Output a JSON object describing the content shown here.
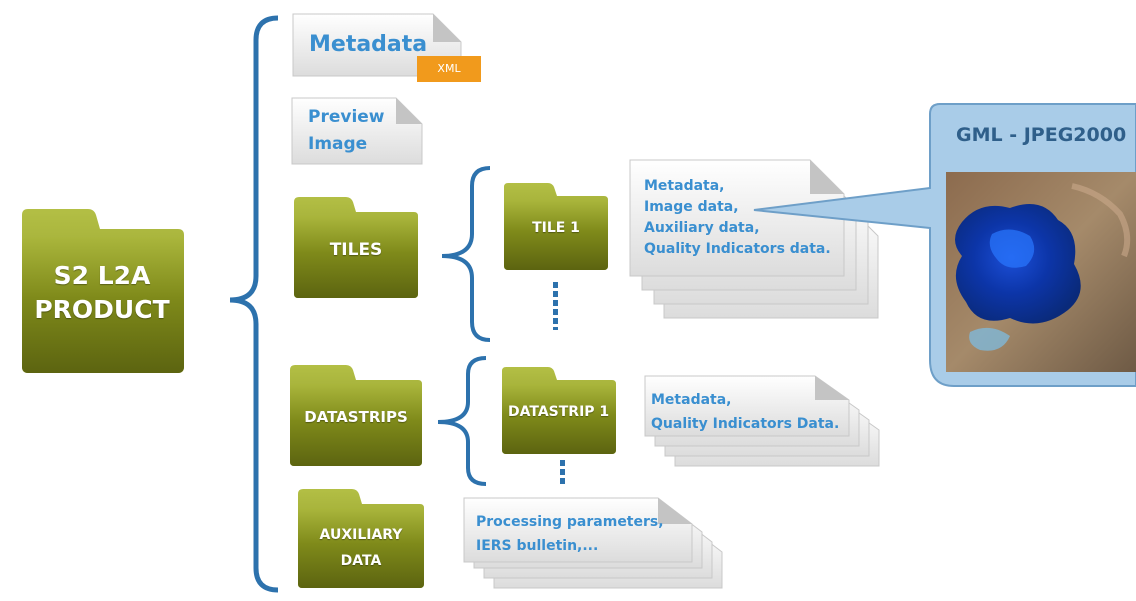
{
  "root": {
    "label": "S2 L2A\nPRODUCT"
  },
  "metadata": {
    "label": "Metadata",
    "badge": "XML"
  },
  "preview": {
    "label": "Preview\nImage"
  },
  "tiles": {
    "label": "TILES"
  },
  "tile1": {
    "label": "TILE 1",
    "desc": "Metadata,\nImage data,\nAuxiliary data,\nQuality Indicators data."
  },
  "datastrips": {
    "label": "DATASTRIPS"
  },
  "datastrip1": {
    "label": "DATASTRIP 1",
    "desc": "Metadata,\nQuality Indicators Data."
  },
  "auxiliary": {
    "label": "AUXILIARY\nDATA",
    "desc": "Processing parameters,\nIERS bulletin,..."
  },
  "gml": {
    "title": "GML - JPEG2000"
  },
  "colors": {
    "folder_dark": "#6b7412",
    "folder_light": "#a3ad35",
    "brace": "#2d72ad",
    "doc_text": "#3a8fd0",
    "callout": "#a9cce8"
  }
}
